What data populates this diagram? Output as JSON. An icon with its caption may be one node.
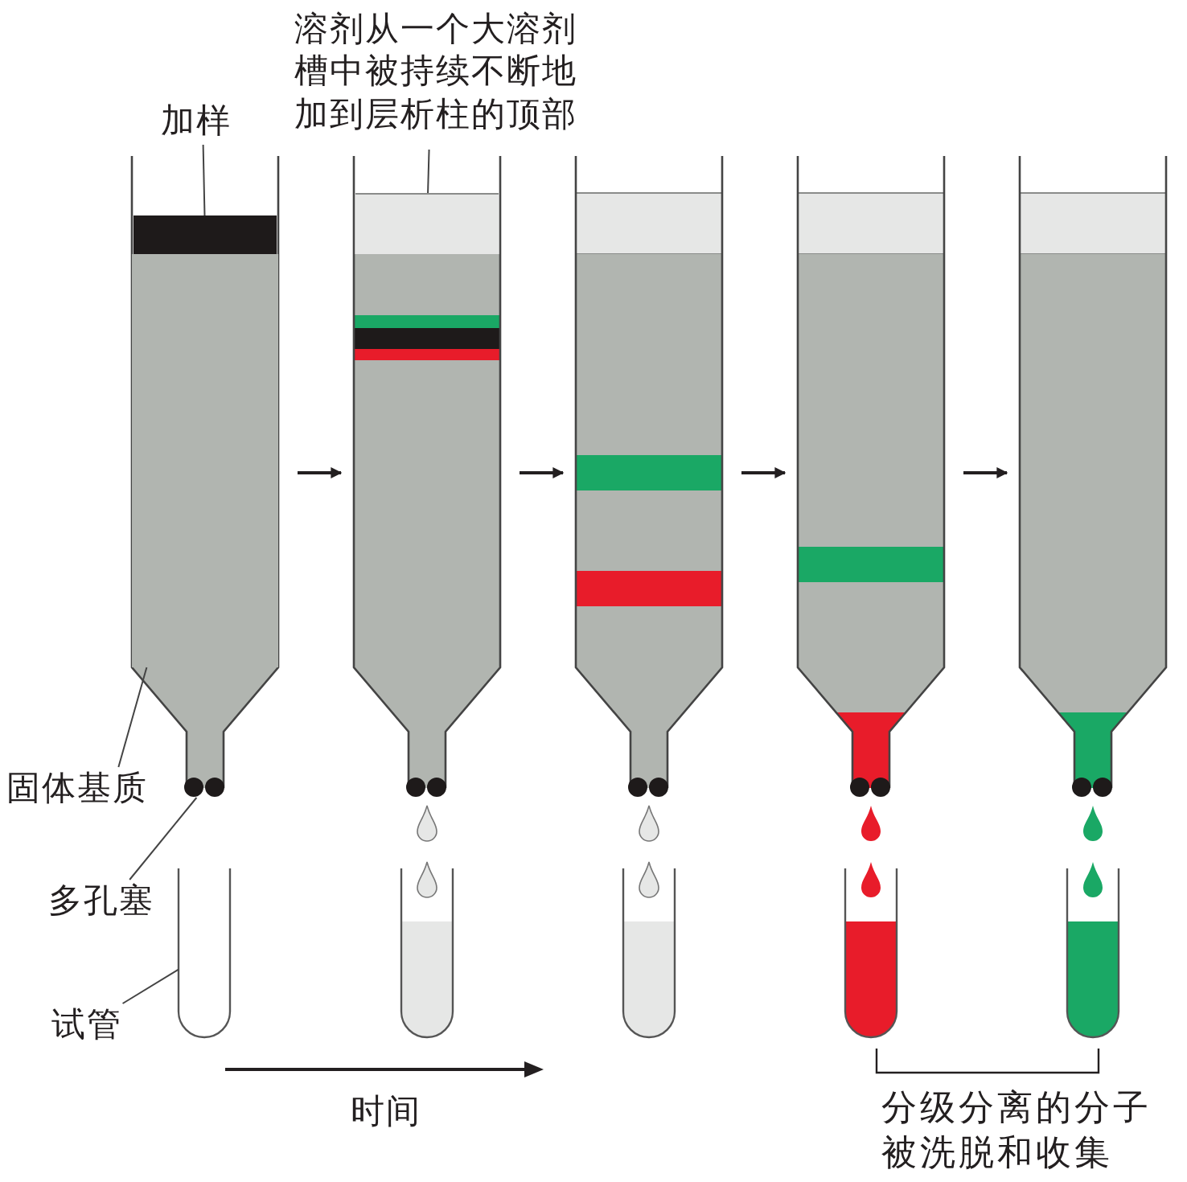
{
  "diagram": {
    "nodes": [
      {
        "text": [
          "加样"
        ]
      },
      {
        "text": [
          "溶剂从一个大溶剂槽中被持续不断地加到层析柱的顶部"
        ]
      },
      {
        "text": [],
        "shape": "box"
      },
      {
        "text": [],
        "shape": "bar"
      },
      {
        "text": [],
        "shape": "box",
        "in": 2
      },
      {
        "text": [],
        "shape": "circle",
        "in": 2
      },
      {
        "text": [],
        "shape": "box"
      },
      {
        "text": [],
        "shape": "box"
      },
      {
        "text": [],
        "shape": "box"
      },
      {
        "text": [],
        "shape": "box"
      },
      {
        "text": [],
        "shape": "box"
      },
      {
        "text": [
          "固体基质"
        ]
      },
      {
        "text": [
          "多孔塞"
        ]
      },
      {
        "text": [],
        "shape": "tube"
      },
      {
        "text": [
          "试管"
        ]
      },
      {
        "text": [],
        "shape": "circle",
        "in": 6
      },
      {
        "text": [],
        "shape": "circle",
        "in": 8
      },
      {
        "text": [],
        "shape": "circle",
        "in": 9
      },
      {
        "text": [],
        "shape": "circle",
        "in": 10
      }
    ],
    "edges": [
      {
        "from": 0,
        "to": 3,
        "arrow": "none"
      },
      {
        "from": 1,
        "to": 7,
        "arrow": "none"
      },
      {
        "from": 2,
        "to": 6,
        "arrow": "to"
      },
      {
        "from": 6,
        "to": 8,
        "arrow": "to"
      },
      {
        "from": 8,
        "to": 9,
        "arrow": "to"
      },
      {
        "from": 9,
        "to": 10,
        "arrow": "to"
      },
      {
        "from": 11,
        "to": 4,
        "arrow": "none"
      },
      {
        "from": 12,
        "to": 5,
        "arrow": "none"
      },
      {
        "from": 14,
        "to": 13,
        "arrow": "none"
      }
    ],
    "labels": [
      "时间",
      "分级分离的分子被洗脱和收集"
    ]
  }
}
